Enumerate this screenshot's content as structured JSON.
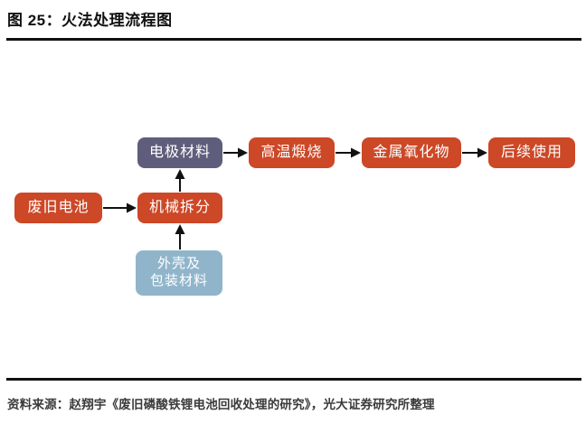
{
  "figure": {
    "title": "图 25：火法处理流程图",
    "source": "资料来源：赵翔宇《废旧磷酸铁锂电池回收处理的研究》，光大证券研究所整理"
  },
  "flowchart": {
    "type": "flowchart",
    "nodes": [
      {
        "id": "waste-battery",
        "label": "废旧电池",
        "color": "#cc4827"
      },
      {
        "id": "mechanical-split",
        "label": "机械拆分",
        "color": "#cc4827"
      },
      {
        "id": "electrode-material",
        "label": "电极材料",
        "color": "#5e5e7c"
      },
      {
        "id": "shell-packaging",
        "label": "外壳及\n包装材料",
        "color": "#90b5cb"
      },
      {
        "id": "high-temp-calcination",
        "label": "高温煅烧",
        "color": "#cc4827"
      },
      {
        "id": "metal-oxide",
        "label": "金属氧化物",
        "color": "#cc4827"
      },
      {
        "id": "subsequent-use",
        "label": "后续使用",
        "color": "#cc4827"
      }
    ],
    "edges": [
      {
        "from": "waste-battery",
        "to": "mechanical-split"
      },
      {
        "from": "mechanical-split",
        "to": "electrode-material"
      },
      {
        "from": "shell-packaging",
        "to": "mechanical-split"
      },
      {
        "from": "electrode-material",
        "to": "high-temp-calcination"
      },
      {
        "from": "high-temp-calcination",
        "to": "metal-oxide"
      },
      {
        "from": "metal-oxide",
        "to": "subsequent-use"
      }
    ]
  },
  "colors": {
    "node_red": "#cc4827",
    "node_slate": "#5e5e7c",
    "node_blue": "#90b5cb",
    "rule": "#111111",
    "title_text": "#111111",
    "source_text": "#3a3a3a",
    "node_text": "#ffffff",
    "arrow": "#111111",
    "background": "#ffffff"
  }
}
